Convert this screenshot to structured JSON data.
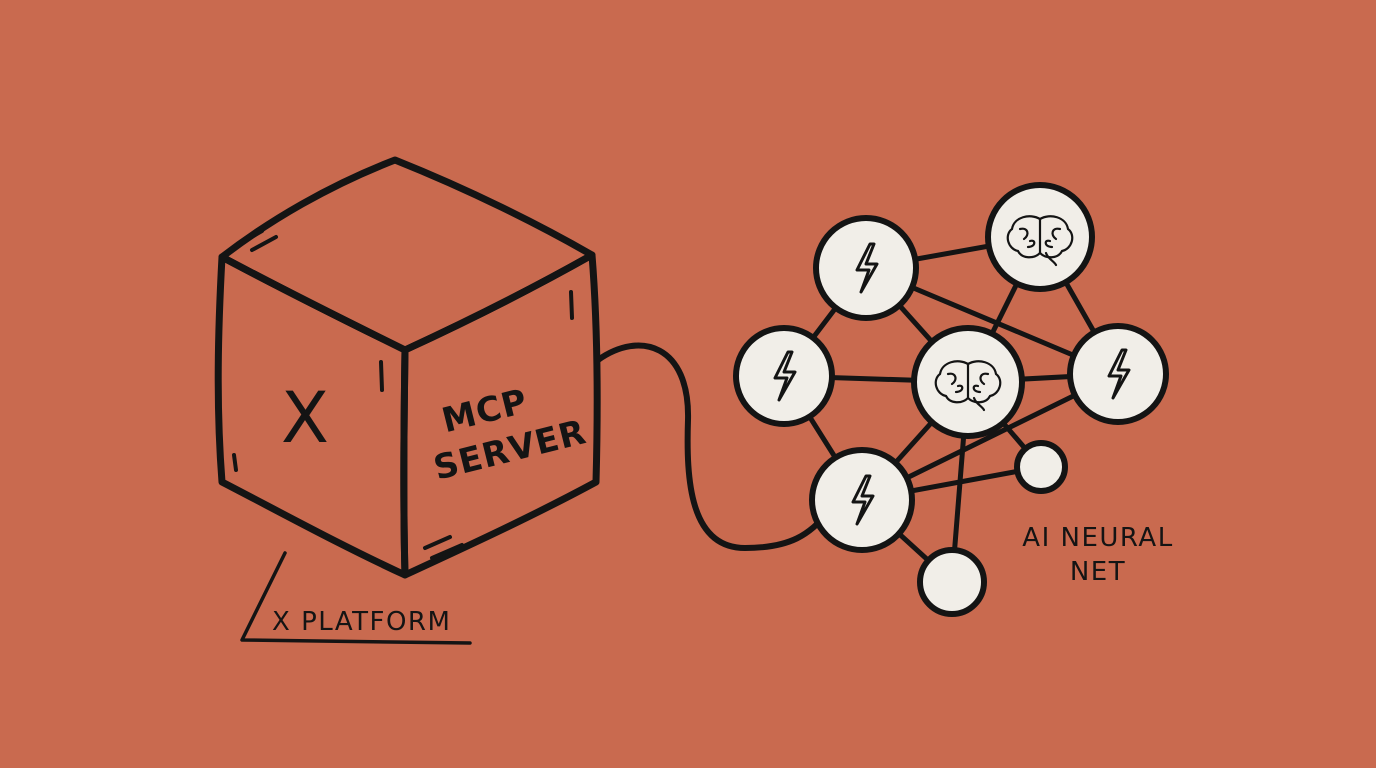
{
  "background_color": "#c96a4f",
  "ink_color": "#141414",
  "paper_color": "#f1eee8",
  "cube": {
    "side_mark": "X",
    "front_label_line1": "MCP",
    "front_label_line2": "SERVER",
    "caption": "X PLATFORM"
  },
  "network": {
    "label_line1": "AI NEURAL",
    "label_line2": "NET",
    "nodes": [
      {
        "id": "n1",
        "icon": "lightning-icon"
      },
      {
        "id": "n2",
        "icon": "brain-icon"
      },
      {
        "id": "n3",
        "icon": "lightning-icon"
      },
      {
        "id": "n4",
        "icon": "brain-icon"
      },
      {
        "id": "n5",
        "icon": "lightning-icon"
      },
      {
        "id": "n6",
        "icon": "lightning-icon"
      },
      {
        "id": "n7",
        "icon": "none"
      },
      {
        "id": "n8",
        "icon": "none"
      }
    ],
    "edges": [
      [
        "n1",
        "n2"
      ],
      [
        "n1",
        "n3"
      ],
      [
        "n1",
        "n4"
      ],
      [
        "n1",
        "n5"
      ],
      [
        "n2",
        "n4"
      ],
      [
        "n2",
        "n5"
      ],
      [
        "n3",
        "n4"
      ],
      [
        "n3",
        "n6"
      ],
      [
        "n4",
        "n5"
      ],
      [
        "n4",
        "n6"
      ],
      [
        "n4",
        "n7"
      ],
      [
        "n4",
        "n8"
      ],
      [
        "n5",
        "n6"
      ],
      [
        "n6",
        "n7"
      ],
      [
        "n6",
        "n8"
      ]
    ]
  }
}
